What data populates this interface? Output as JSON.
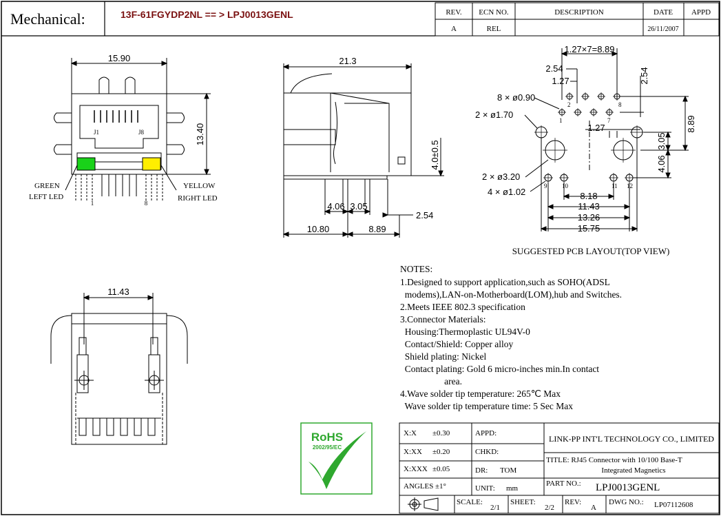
{
  "header": {
    "mechanical_label": "Mechanical:",
    "part_title": "13F-61FGYDP2NL == > LPJ0013GENL",
    "rev_table": {
      "headers": [
        "REV.",
        "ECN NO.",
        "DESCRIPTION",
        "DATE",
        "APPD"
      ],
      "row": [
        "A",
        "REL",
        "",
        "26/11/2007",
        ""
      ]
    }
  },
  "front_view": {
    "width_dim": "15.90",
    "height_dim": "13.40",
    "j1": "J1",
    "j8": "J8",
    "pin1": "1",
    "pin8": "8",
    "green_label_1": "GREEN",
    "green_label_2": "LEFT LED",
    "yellow_label_1": "YELLOW",
    "yellow_label_2": "RIGHT LED",
    "green_color": "#19d219",
    "yellow_color": "#ffee00"
  },
  "side_view": {
    "length_dim": "21.3",
    "height_dim": "4.0±0.5",
    "dim_406": "4.06",
    "dim_305": "3.05",
    "dim_254": "2.54",
    "dim_1080": "10.80",
    "dim_889": "8.89"
  },
  "pcb_layout": {
    "dim_pitch": "1.27×7=8.89",
    "dim_254_top": "2.54",
    "dim_127_top": "1.27",
    "dim_254_vert": "2.54",
    "hole_090": "8 × ø0.90",
    "hole_170": "2 × ø1.70",
    "hole_320": "2 × ø3.20",
    "hole_102": "4 × ø1.02",
    "dim_127_mid": "1.27",
    "dim_889_vert": "8.89",
    "dim_305_vert": "3.05",
    "dim_406_vert": "4.06",
    "dim_818": "8.18",
    "dim_1143": "11.43",
    "dim_1326": "13.26",
    "dim_1575": "15.75",
    "pins": [
      "1",
      "2",
      "7",
      "8",
      "9",
      "10",
      "11",
      "12"
    ],
    "caption": "SUGGESTED PCB LAYOUT(TOP VIEW)"
  },
  "bottom_view": {
    "width_dim": "11.43"
  },
  "notes": {
    "title": "NOTES:",
    "lines": [
      "1.Designed to support application,such as SOHO(ADSL",
      "  modems),LAN-on-Motherboard(LOM),hub and Switches.",
      "2.Meets IEEE 802.3 specification",
      "3.Connector Materials:",
      "  Housing:Thermoplastic UL94V-0",
      "  Contact/Shield: Copper alloy",
      "  Shield plating: Nickel",
      "  Contact plating: Gold 6 micro-inches min.In contact",
      "                   area.",
      "4.Wave solder tip temperature: 265℃ Max",
      "  Wave solder tip temperature time: 5 Sec Max"
    ]
  },
  "rohs": {
    "text": "RoHS",
    "subtext": "2002/95/EC",
    "green": "#2fa82f"
  },
  "title_block": {
    "tol_xx_label": "X:X",
    "tol_xx_val": "±0.30",
    "tol_xxx_label": "X:XX",
    "tol_xxx_val": "±0.20",
    "tol_xxxx_label": "X:XXX",
    "tol_xxxx_val": "±0.05",
    "angles_label": "ANGLES",
    "angles_val": "±1°",
    "appd_label": "APPD:",
    "chkd_label": "CHKD:",
    "dr_label": "DR:",
    "dr_val": "TOM",
    "unit_label": "UNIT:",
    "unit_val": "mm",
    "company": "LINK-PP INT'L TECHNOLOGY CO., LIMITED",
    "title_line1": "TITLE: RJ45 Connector with 10/100 Base-T",
    "title_line2": "Integrated Magnetics",
    "part_no_label": "PART NO.:",
    "part_no_val": "LPJ0013GENL",
    "scale_label": "SCALE:",
    "scale_val": "2/1",
    "sheet_label": "SHEET:",
    "sheet_val": "2/2",
    "rev_label": "REV:",
    "rev_val": "A",
    "dwg_label": "DWG NO.:",
    "dwg_val": "LP07112608"
  }
}
